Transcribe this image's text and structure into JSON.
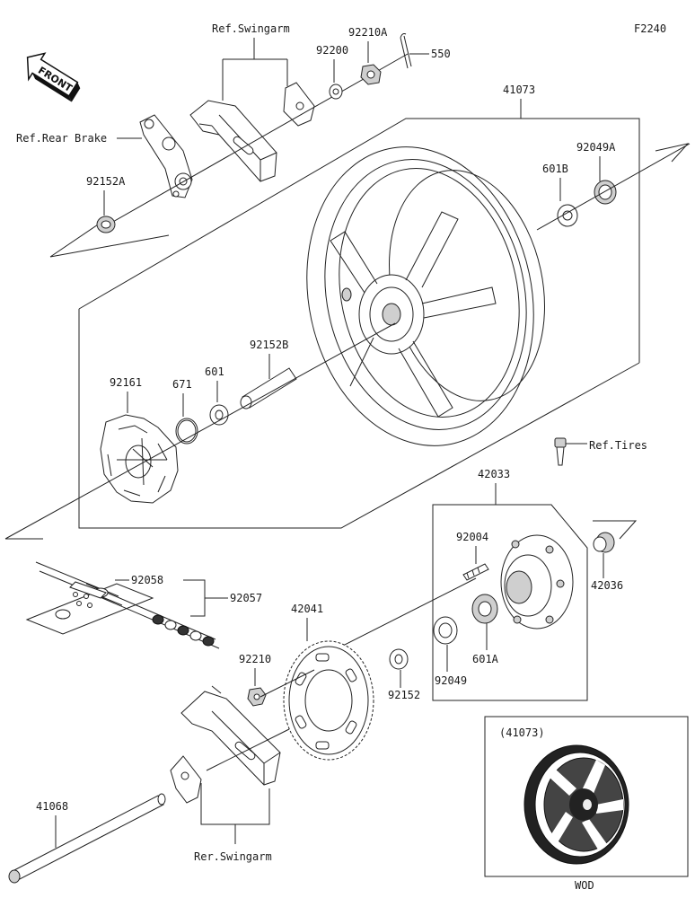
{
  "figure_code": "F2240",
  "front_label": "FRONT",
  "references": {
    "swingarm_top": "Ref.Swingarm",
    "rear_brake": "Ref.Rear Brake",
    "tires": "Ref.Tires",
    "swingarm_bottom": "Rer.Swingarm"
  },
  "part_labels": {
    "p92210A": "92210A",
    "p92200": "92200",
    "p550": "550",
    "p41073": "41073",
    "p92049A": "92049A",
    "p601B": "601B",
    "p92152A": "92152A",
    "p92152B": "92152B",
    "p92161": "92161",
    "p671": "671",
    "p601": "601",
    "p42033": "42033",
    "p92004": "92004",
    "p42036": "42036",
    "p92058": "92058",
    "p92057": "92057",
    "p42041": "42041",
    "p92210": "92210",
    "p92152": "92152",
    "p92049": "92049",
    "p601A": "601A",
    "p41068": "41068"
  },
  "inset": {
    "part_ref": "(41073)",
    "caption": "WOD"
  }
}
